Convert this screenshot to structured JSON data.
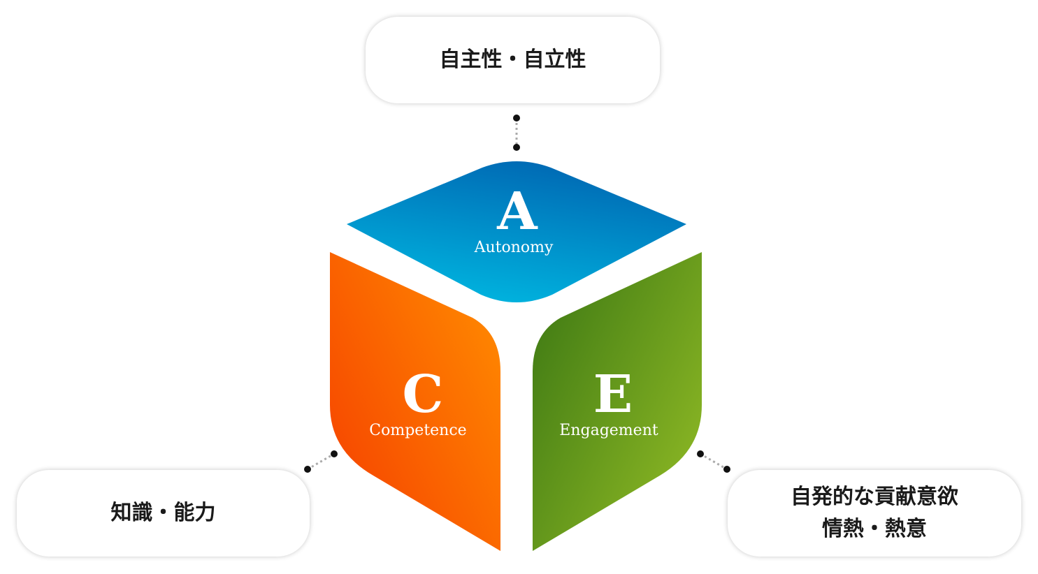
{
  "faces": {
    "a": {
      "letter": "A",
      "word": "Autonomy",
      "gradient": [
        "#00b6e0",
        "#0066b2"
      ]
    },
    "c": {
      "letter": "C",
      "word": "Competence",
      "gradient": [
        "#f53c00",
        "#ff8a00"
      ]
    },
    "e": {
      "letter": "E",
      "word": "Engagement",
      "gradient": [
        "#3f7a14",
        "#96bf26"
      ]
    }
  },
  "cards": {
    "top": {
      "line1": "自主性・自立性"
    },
    "left": {
      "line1": "知識・能力"
    },
    "right": {
      "line1": "自発的な貢献意欲",
      "line2": "情熱・熱意"
    }
  },
  "connector_color": "#aaaaaa",
  "dot_color": "#111111"
}
